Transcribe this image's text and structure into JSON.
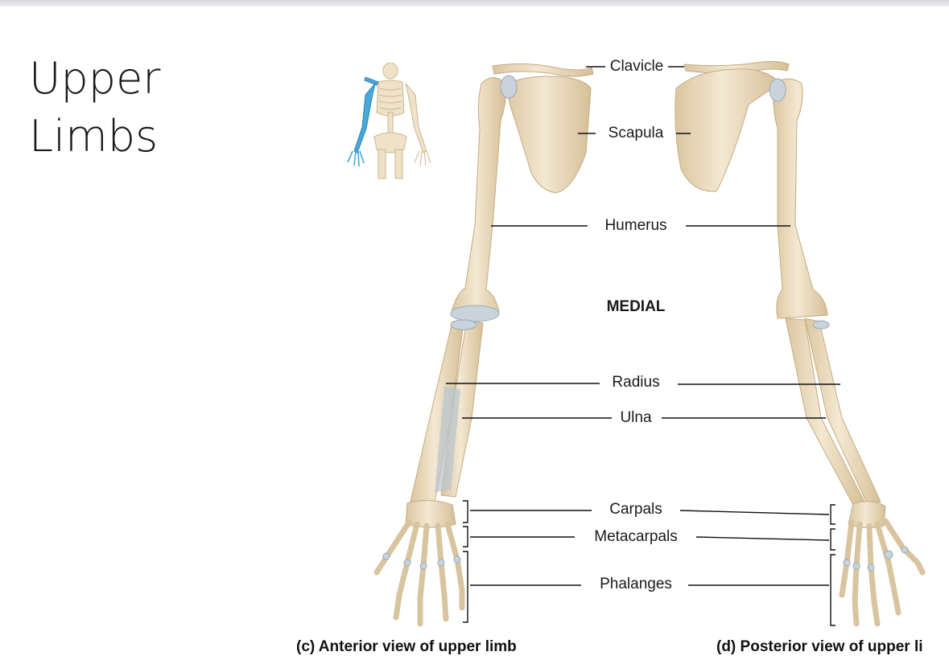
{
  "slide": {
    "title_line1": "Upper",
    "title_line2": "Limbs"
  },
  "labels": {
    "clavicle": "Clavicle",
    "scapula": "Scapula",
    "humerus": "Humerus",
    "medial": "MEDIAL",
    "radius": "Radius",
    "ulna": "Ulna",
    "carpals": "Carpals",
    "metacarpals": "Metacarpals",
    "phalanges": "Phalanges"
  },
  "captions": {
    "anterior": "(c) Anterior view of upper limb",
    "posterior": "(d) Posterior view of upper li"
  },
  "colors": {
    "bone": "#efe2c8",
    "bone_shade": "#d9c4a0",
    "cartilage": "#c9d3dc",
    "highlight": "#4aa8d8",
    "leader": "#111111"
  }
}
